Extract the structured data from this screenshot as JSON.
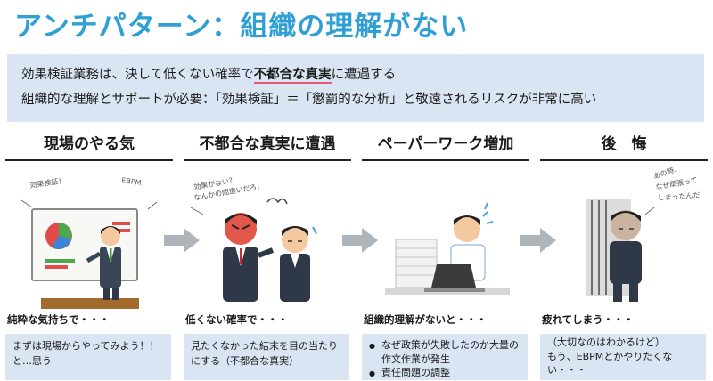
{
  "title": "アンチパターン：組織の理解がない",
  "summary": {
    "line1_pre": "効果検証業務は、決して低くない確率で",
    "line1_highlight": "不都合な真実",
    "line1_post": "に遭遇する",
    "line2": "組織的な理解とサポートが必要：「効果検証」＝「懲罰的な分析」と敬遠されるリスクが非常に高い"
  },
  "columns": [
    {
      "heading": "現場のやる気",
      "bubbles": [
        "効果検証！",
        "EBPM！"
      ],
      "caption": "純粋な気持ちで・・・",
      "body": [
        "まずは現場からやってみよう！！",
        "と…思う"
      ]
    },
    {
      "heading": "不都合な真実に遭遇",
      "bubbles": [
        "効果がない？",
        "なんかの間違いだろ！"
      ],
      "caption": "低くない確率で・・・",
      "body": [
        "見たくなかった結末を目の当たり",
        "にする（不都合な真実）"
      ]
    },
    {
      "heading": "ペーパーワーク増加",
      "bubbles": [],
      "caption": "組織的理解がないと・・・",
      "bullets": [
        "なぜ政策が失敗したのか大量の作文作業が発生",
        "責任問題の調整"
      ]
    },
    {
      "heading": "後　悔",
      "bubbles": [
        "あの時、",
        "なぜ頑張って",
        "しまったんだ"
      ],
      "caption": "疲れてしまう・・・",
      "body": [
        "（大切なのはわかるけど）",
        "もう、EBPMとかやりたくな",
        "い・・・"
      ]
    }
  ]
}
